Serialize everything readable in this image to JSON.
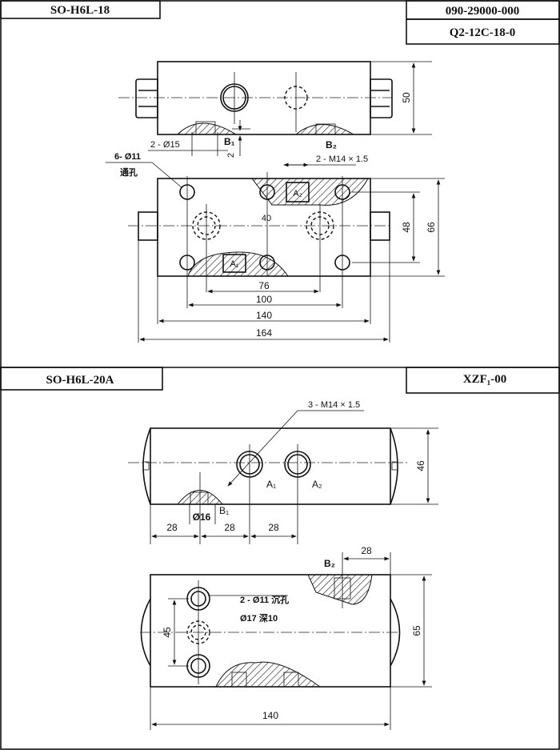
{
  "sheet_top": {
    "model": "SO-H6L-18",
    "part_no": "090-29000-000",
    "code": "Q2-12C-18-0",
    "labels": {
      "bolt_holes": "2 - Ø15",
      "b1": "B₁",
      "b2": "B₂",
      "offset": "2",
      "through_holes": "6- Ø11",
      "through_note": "通孔",
      "thread": "2 - M14 × 1.5",
      "a1": "A₁",
      "a2": "A₂",
      "spacing": "40"
    },
    "dimensions": {
      "height_top": "50",
      "inner_height": "48",
      "total_height": "66",
      "d76": "76",
      "d100": "100",
      "d140": "140",
      "d164": "164"
    }
  },
  "sheet_bottom": {
    "model": "SO-H6L-20A",
    "code": "XZF₁-00",
    "labels": {
      "thread": "3 - M14 × 1.5",
      "a1": "A₁",
      "a2": "A₂",
      "b1": "B₁",
      "b2": "B₂",
      "diameter": "Ø16",
      "counterbore": "2 - Ø11 沉孔",
      "counterbore_depth": "Ø17 深10"
    },
    "dimensions": {
      "height_top": "46",
      "pitch1": "28",
      "pitch2": "28",
      "pitch3": "28",
      "b2_offset": "28",
      "spacing": "45",
      "total_height": "65",
      "length": "140"
    }
  }
}
